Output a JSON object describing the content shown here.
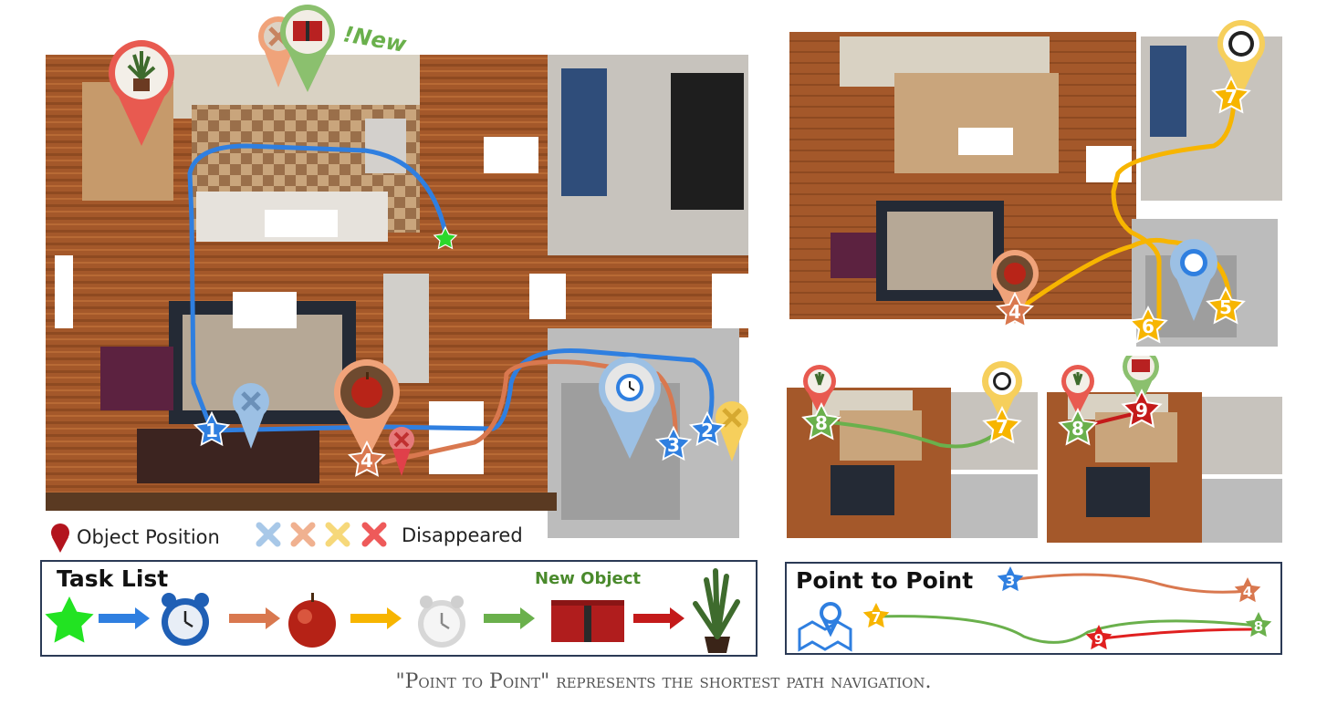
{
  "new_badge": "!New",
  "legend": {
    "object_position": "Object Position",
    "disappeared": "Disappeared"
  },
  "task_list": {
    "title": "Task List",
    "new_object_label": "New Object",
    "steps": [
      "star",
      "alarm-clock-blue",
      "apple",
      "alarm-clock-white",
      "gift-box",
      "potted-plant"
    ],
    "arrow_colors": [
      "#2f7fe0",
      "#d9784f",
      "#f7b500",
      "#6ab04c",
      "#c41a1a"
    ]
  },
  "point_to_point": {
    "title": "Point to Point",
    "stars": [
      {
        "label": "3",
        "color": "#2f7fe0"
      },
      {
        "label": "4",
        "color": "#d9784f"
      },
      {
        "label": "7",
        "color": "#f7b500"
      },
      {
        "label": "8",
        "color": "#6ab04c"
      },
      {
        "label": "9",
        "color": "#e02020"
      }
    ]
  },
  "main_map": {
    "markers": [
      "1",
      "2",
      "3",
      "4"
    ]
  },
  "right_top_map": {
    "markers": [
      "4",
      "5",
      "6",
      "7"
    ]
  },
  "right_bl_map": {
    "markers": [
      "8",
      "7"
    ]
  },
  "right_br_map": {
    "markers": [
      "8",
      "9"
    ]
  },
  "caption": "\"Point to Point\" represents the shortest path navigation.",
  "colors": {
    "blue": "#2f7fe0",
    "orange": "#d9784f",
    "yellow": "#f7b500",
    "green": "#6ab04c",
    "red": "#e02020",
    "frame": "#2b3a55"
  }
}
